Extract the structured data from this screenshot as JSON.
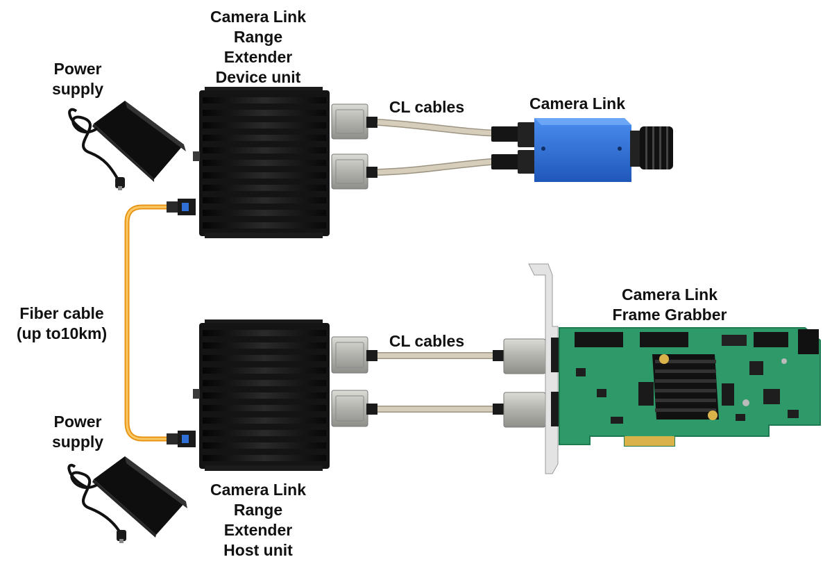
{
  "labels": {
    "device_unit": [
      "Camera Link",
      "Range",
      "Extender",
      "Device unit"
    ],
    "host_unit": [
      "Camera Link",
      "Range",
      "Extender",
      "Host unit"
    ],
    "power_top": [
      "Power",
      "supply"
    ],
    "power_bottom": [
      "Power",
      "supply"
    ],
    "cl_cables_top": "CL cables",
    "cl_cables_bottom": "CL cables",
    "camera": "Camera Link",
    "frame_grabber": [
      "Camera Link",
      "Frame Grabber"
    ],
    "fiber": [
      "Fiber cable",
      "(up to10km)"
    ]
  },
  "colors": {
    "extender_body": "#141414",
    "camera_body": "#2f6fd6",
    "pcb_green": "#2e9a6a",
    "fiber_orange": "#f5a623",
    "cl_cable": "#cfc6b2",
    "connector_metal": "#b9b9b4"
  }
}
